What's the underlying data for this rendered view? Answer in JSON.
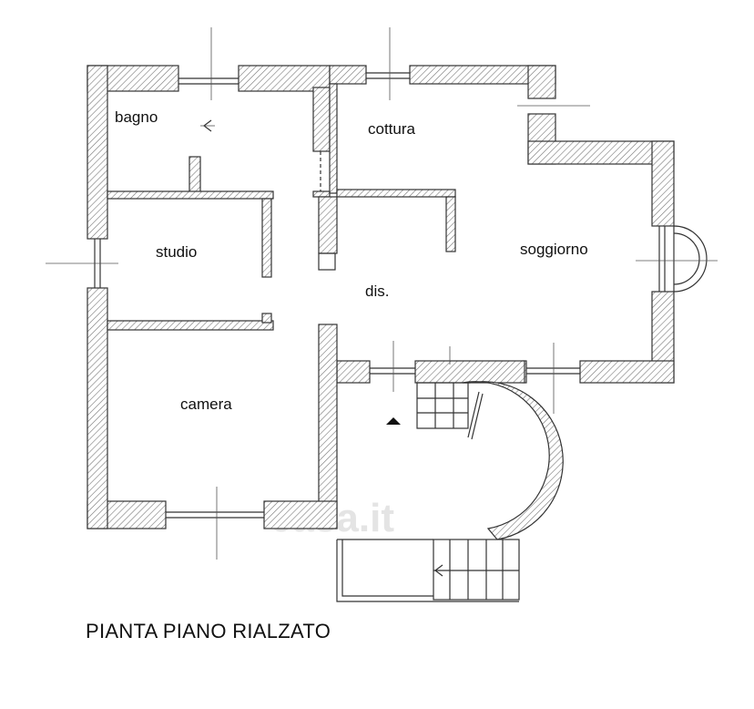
{
  "rooms": {
    "bagno": "bagno",
    "cottura": "cottura",
    "studio": "studio",
    "soggiorno": "soggiorno",
    "dis": "dis.",
    "camera": "camera"
  },
  "title": "PIANTA PIANO RIALZATO",
  "watermark": "casa.it"
}
